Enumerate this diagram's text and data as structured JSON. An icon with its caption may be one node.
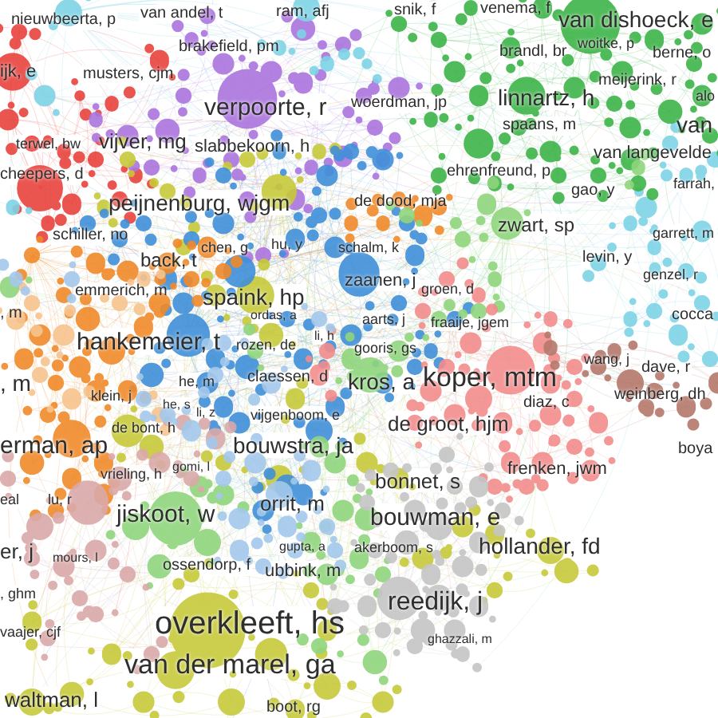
{
  "diagram": {
    "labels": [
      "nieuwbeerta, p",
      "van andel, t",
      "ram, afj",
      "snik, f",
      "venema, f",
      "van dishoeck, e",
      "brakefield, pm",
      "brandl, br",
      "woitke, p",
      "berne, o",
      "ijk, e",
      "musters, cjm",
      "meijerink, r",
      "verpoorte, r",
      "woerdman, jp",
      "linnartz, h",
      "alo",
      "spaans, m",
      "van",
      "terwel, bw",
      "vijver, mg",
      "slabbekoorn, h",
      "van langevelde",
      "cheepers, d",
      "ehrenfreund, p",
      "farrah,",
      "peijnenburg, wjgm",
      "de dood, mja",
      "gao, y",
      "schiller, no",
      "back, t",
      "chen, g",
      "hu, y",
      "schalm, k",
      "zwart, sp",
      "levin, y",
      "garrett, m",
      "emmerich, m",
      "spaink, hp",
      "zaanen, j",
      "groen, d",
      "genzel, r",
      ", m",
      "ordas, a",
      "aarts, j",
      "fraaije, jgem",
      "cocca",
      "hankemeier, t",
      "rozen, de",
      "li, h",
      "gooris, gs",
      ", m",
      "he, m",
      "claessen, d",
      "kros, a",
      "koper, mtm",
      "wang, j",
      "dave, r",
      "klein, j",
      "he, s",
      "li, z",
      "vijgenboom, e",
      "de groot, hjm",
      "diaz, c",
      "weinberg, dh",
      "erman, ap",
      "de bont, h",
      "bouwstra, ja",
      "boya",
      "vrieling, h",
      "gomi, l",
      "bonnet, s",
      "frenken, jwm",
      "eal",
      "lu, r",
      "jiskoot, w",
      "orrit, m",
      "bouwman, e",
      "er, j",
      "mours, l",
      "gupta, a",
      "akerboom, s",
      "hollander, fd",
      "ossendorp, f",
      "ubbink, m",
      ", ghm",
      "vaajer, cjf",
      "overkleeft, hs",
      "reedijk, j",
      "ghazzali, m",
      "van der marel, ga",
      "waltman, l",
      "boot, rg"
    ]
  }
}
